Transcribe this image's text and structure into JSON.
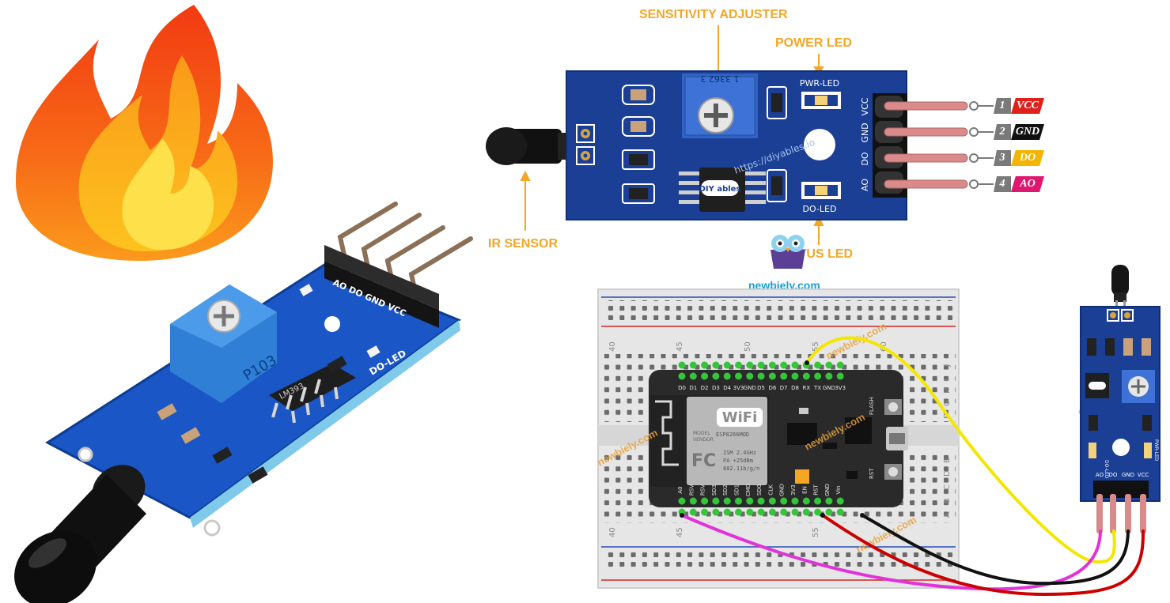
{
  "callouts": {
    "sensitivity": "SENSITIVITY ADJUSTER",
    "power_led": "POWER LED",
    "ir_sensor": "IR SENSOR",
    "status_led": "STATUS LED"
  },
  "board_labels": {
    "pwr_led": "PWR-LED",
    "do_led": "DO-LED",
    "pot_code": "1 3362 3",
    "watermark": "https://diyables.io",
    "chip_logo": "DIY ables",
    "header_pins": [
      "VCC",
      "GND",
      "DO",
      "AO"
    ]
  },
  "pinout": [
    {
      "num": "1",
      "name": "VCC",
      "color": "#e0201b"
    },
    {
      "num": "2",
      "name": "GND",
      "color": "#111111"
    },
    {
      "num": "3",
      "name": "DO",
      "color": "#f5b400"
    },
    {
      "num": "4",
      "name": "AO",
      "color": "#e0176e"
    }
  ],
  "photo_labels": {
    "pot": "P103",
    "chip": "LM393",
    "header": "AO DO GND VCC",
    "led": "DO-LED"
  },
  "brand": {
    "name": "newbiely.com",
    "watermark": "newbiely.com"
  },
  "breadboard": {
    "column_numbers": [
      "40",
      "45",
      "50",
      "55",
      "60"
    ],
    "row_letters_top": [
      "J",
      "I",
      "H",
      "G",
      "F"
    ],
    "row_letters_bottom": [
      "E",
      "D",
      "C",
      "B",
      "A"
    ]
  },
  "esp": {
    "top_pins": [
      "D0",
      "D1",
      "D2",
      "D3",
      "D4",
      "3V3",
      "GND",
      "D5",
      "D6",
      "D7",
      "D8",
      "RX",
      "TX",
      "GND",
      "3V3"
    ],
    "bottom_pins": [
      "A0",
      "RSV",
      "RSV",
      "SD3",
      "SD2",
      "SD1",
      "CMD",
      "SD0",
      "CLK",
      "GND",
      "3V3",
      "EN",
      "RST",
      "GND",
      "Vin"
    ],
    "wifi": "WiFi",
    "module": "ESP8266MOD",
    "module_lines": [
      "ISM 2.4GHz",
      "PA +25dBm",
      "802.11b/g/n"
    ],
    "vendor": [
      "MODEL",
      "VENDOR"
    ],
    "fc": "FC",
    "flash": "FLASH",
    "rst": "RST"
  },
  "mini_module": {
    "pins": [
      "AO",
      "DO",
      "GND",
      "VCC"
    ],
    "pwr": "PWR-LED",
    "do": "DO-LED"
  },
  "wires": {
    "yellow": "#f4e600",
    "black": "#111111",
    "red": "#cc0000",
    "magenta": "#e233d8"
  }
}
